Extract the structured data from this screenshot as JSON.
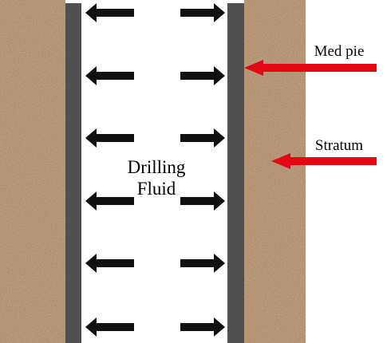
{
  "labels": {
    "fluid_line1": "Drilling",
    "fluid_line2": "Fluid",
    "mudcake": "Med pie",
    "stratum": "Stratum"
  },
  "colors": {
    "background": "#ffffff",
    "stratum": "#c19e7c",
    "stratum_grain_dark": "#8e6c4e",
    "stratum_grain_light": "#ddc3a6",
    "casing_wall": "#505050",
    "pressure_arrow": "#111111",
    "pointer_arrow": "#e30613"
  },
  "icons": {
    "pressure_arrow": "black-block-arrow-icon",
    "pointer_arrow": "red-pointer-arrow-icon"
  }
}
